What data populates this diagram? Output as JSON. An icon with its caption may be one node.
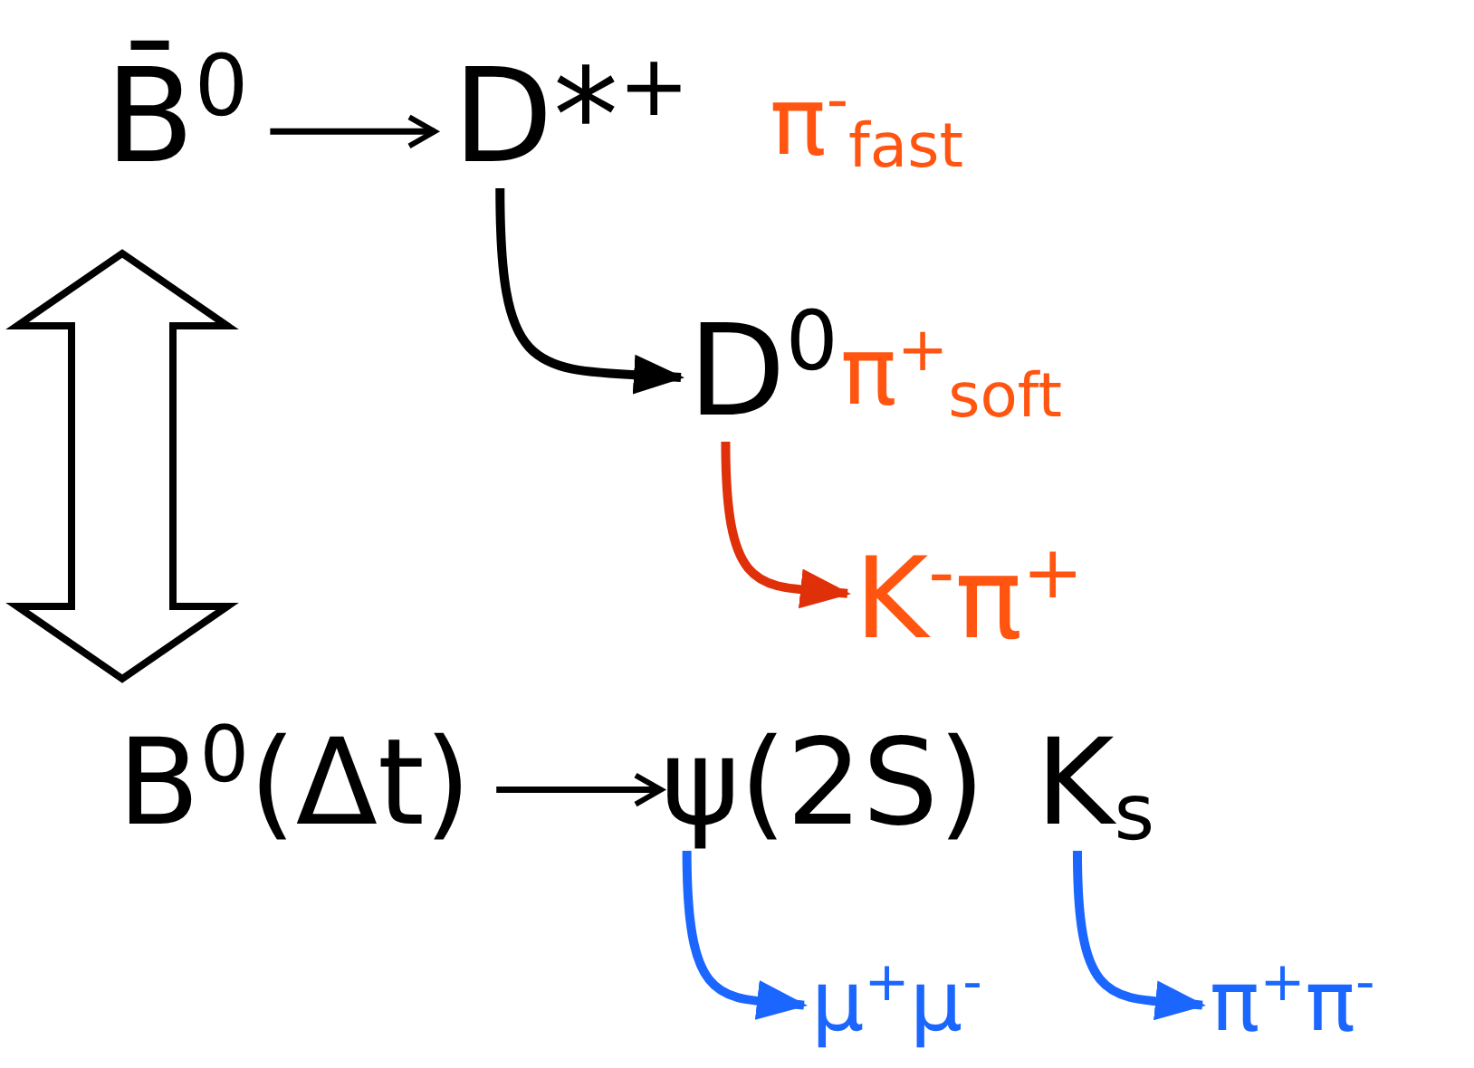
{
  "diagram": {
    "nodes": [
      {
        "text": [
          "B̄$^{0}$"
        ]
      },
      {
        "text": [
          "D*$^{+}$"
        ]
      },
      {
        "text": [
          "π$^{-}$$_{fast}$"
        ]
      },
      {
        "text": [
          "D$^{0}$"
        ]
      },
      {
        "text": [
          "π$^{+}$$_{soft}$"
        ]
      },
      {
        "text": [
          "K$^{-}$π$^{+}$"
        ]
      },
      {
        "text": [
          "B$^{0}$(Δt)"
        ]
      },
      {
        "text": [
          "ψ(2S)"
        ]
      },
      {
        "text": [
          "K$_{s}$"
        ]
      },
      {
        "text": [
          "μ$^{+}$μ$^{-}$"
        ]
      },
      {
        "text": [
          "π$^{+}$π$^{-}$"
        ]
      }
    ],
    "edges": [
      {
        "from": 0,
        "to": 1,
        "arrow": "to"
      },
      {
        "from": 1,
        "to": 3,
        "arrow": "to"
      },
      {
        "from": 3,
        "to": 5,
        "arrow": "to",
        "color": "#e0300a"
      },
      {
        "from": 0,
        "to": 6,
        "arrow": "both",
        "style": "thick"
      },
      {
        "from": 6,
        "to": 7,
        "arrow": "to"
      },
      {
        "from": 7,
        "to": 9,
        "arrow": "to",
        "color": "#1a66ff"
      },
      {
        "from": 8,
        "to": 10,
        "arrow": "to",
        "color": "#1a66ff"
      }
    ]
  }
}
